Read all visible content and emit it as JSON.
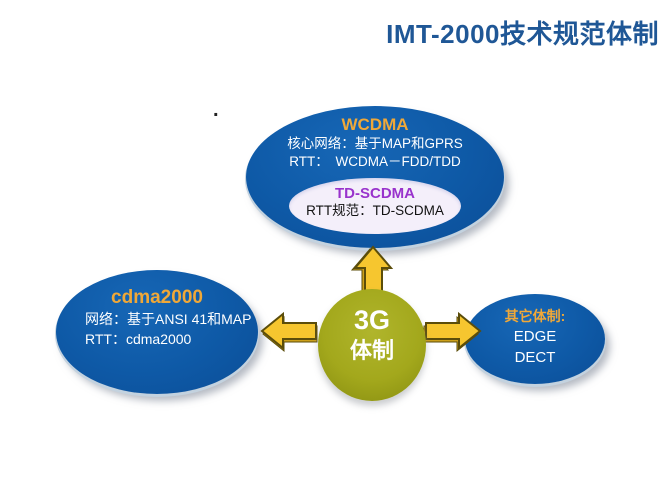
{
  "title": "IMT-2000技术规范体制",
  "stray_dot": ".",
  "colors": {
    "title_navy": "#1F5796",
    "bubble_blue": "#0E59A6",
    "gold_text": "#F0A838",
    "purple_text": "#9933CC",
    "olive_green": "#A3A81C",
    "arrow_yellow": "#F6C62F",
    "inner_ellipse_bg": "#F4EFFA"
  },
  "diagram": {
    "center_node": {
      "line1": "3G",
      "line2": "体制"
    },
    "wcdma_node": {
      "title": "WCDMA",
      "line1": "核心网络：基于MAP和GPRS",
      "line2": "RTT：　WCDMA－FDD/TDD",
      "inner": {
        "title": "TD-SCDMA",
        "line1": "RTT规范：TD-SCDMA"
      }
    },
    "cdma_node": {
      "title": "cdma2000",
      "line1": "网络：基于ANSI 41和MAP",
      "line2": "RTT：cdma2000"
    },
    "other_node": {
      "title": "其它体制:",
      "line1": "EDGE",
      "line2": "DECT"
    }
  }
}
